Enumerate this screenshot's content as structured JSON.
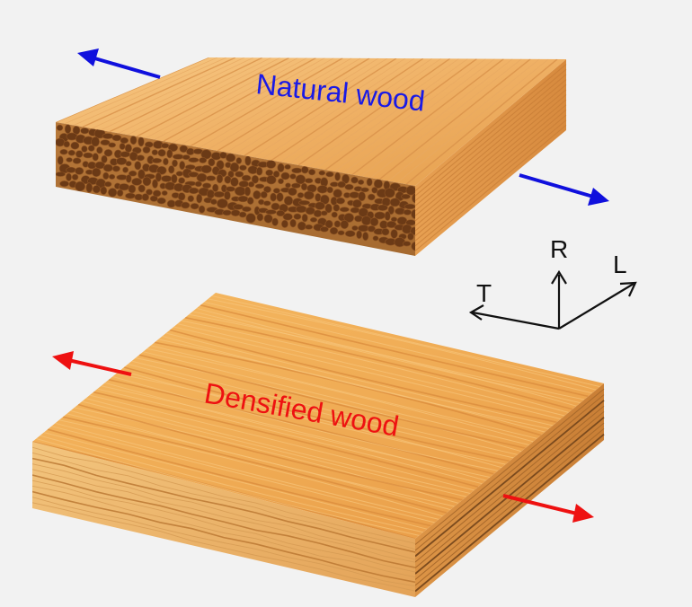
{
  "labels": {
    "natural": "Natural wood",
    "densified": "Densified wood"
  },
  "axes": {
    "r": "R",
    "l": "L",
    "t": "T"
  },
  "colors": {
    "background": "#f2f2f2",
    "natural_label": "#1a1ae6",
    "natural_arrow": "#1010dd",
    "densified_label": "#ee1111",
    "densified_arrow": "#ee1111",
    "wood_light": "#f6c27a",
    "wood_mid": "#e8a04c",
    "wood_dark": "#c9793a",
    "pore": "#6b3a16"
  }
}
